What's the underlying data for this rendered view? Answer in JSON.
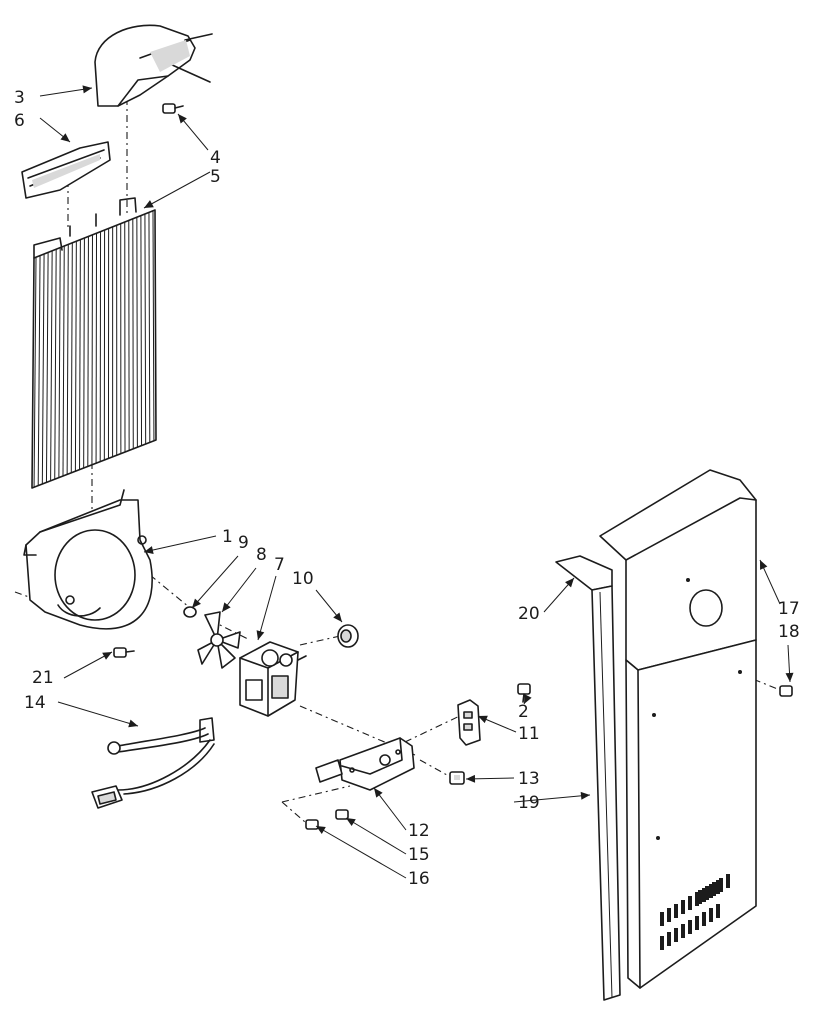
{
  "callouts": [
    {
      "id": "c3",
      "text": "3"
    },
    {
      "id": "c6",
      "text": "6"
    },
    {
      "id": "c4",
      "text": "4"
    },
    {
      "id": "c5",
      "text": "5"
    },
    {
      "id": "c1",
      "text": "1"
    },
    {
      "id": "c9",
      "text": "9"
    },
    {
      "id": "c8",
      "text": "8"
    },
    {
      "id": "c7",
      "text": "7"
    },
    {
      "id": "c10",
      "text": "10"
    },
    {
      "id": "c21",
      "text": "21"
    },
    {
      "id": "c14",
      "text": "14"
    },
    {
      "id": "c2",
      "text": "2"
    },
    {
      "id": "c11",
      "text": "11"
    },
    {
      "id": "c13",
      "text": "13"
    },
    {
      "id": "c19",
      "text": "19"
    },
    {
      "id": "c12",
      "text": "12"
    },
    {
      "id": "c15",
      "text": "15"
    },
    {
      "id": "c16",
      "text": "16"
    },
    {
      "id": "c20",
      "text": "20"
    },
    {
      "id": "c17",
      "text": "17"
    },
    {
      "id": "c18",
      "text": "18"
    }
  ],
  "colors": {
    "ink": "#1c1c1c",
    "paper": "#ffffff"
  }
}
